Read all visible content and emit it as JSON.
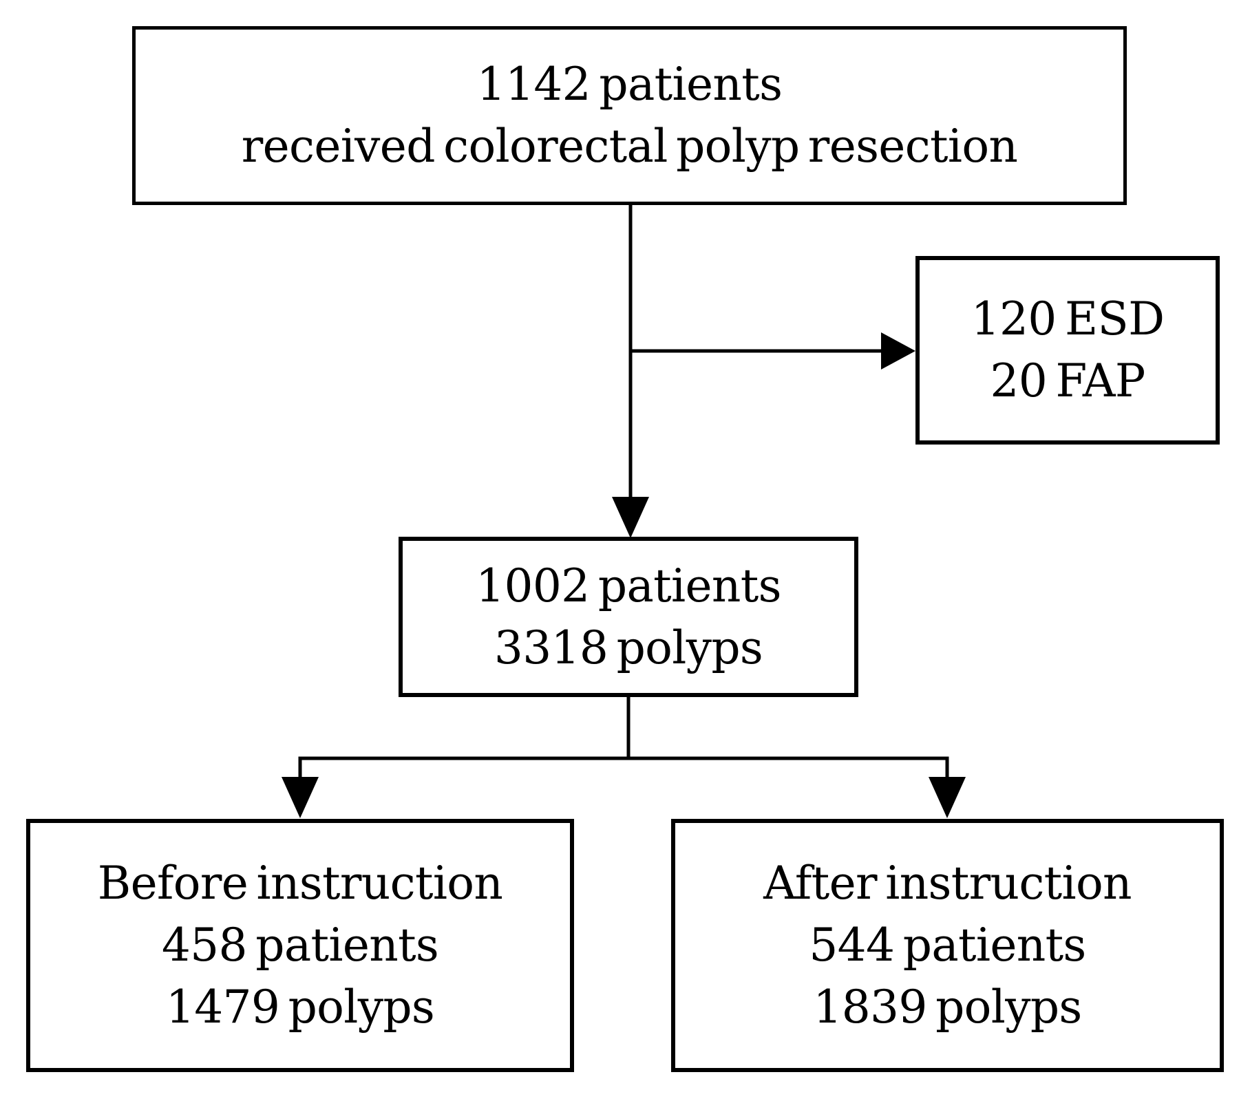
{
  "figure": {
    "type": "flowchart",
    "background_color": "#ffffff",
    "box_border_color": "#000000",
    "text_color": "#000000"
  },
  "nodes": {
    "total": {
      "lines": [
        "1142 patients",
        "received colorectal polyp resection"
      ]
    },
    "excluded": {
      "lines": [
        "120 ESD",
        "20 FAP"
      ]
    },
    "included": {
      "lines": [
        "1002 patients",
        "3318 polyps"
      ]
    },
    "before": {
      "lines": [
        "Before instruction",
        "458 patients",
        "1479 polyps"
      ]
    },
    "after": {
      "lines": [
        "After instruction",
        "544 patients",
        "1839 polyps"
      ]
    }
  },
  "edges": [
    {
      "from": "total",
      "to": "excluded"
    },
    {
      "from": "total",
      "to": "included"
    },
    {
      "from": "included",
      "to": "before"
    },
    {
      "from": "included",
      "to": "after"
    }
  ]
}
